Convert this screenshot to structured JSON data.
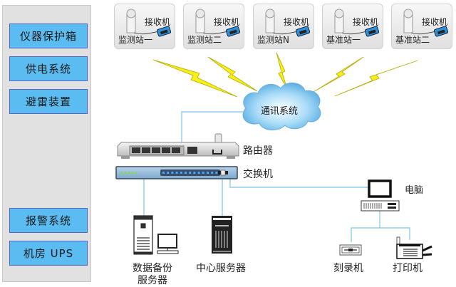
{
  "sidebar": {
    "items": [
      {
        "label": "仪器保护箱"
      },
      {
        "label": "供电系统"
      },
      {
        "label": "避雷装置"
      },
      {
        "label": "报警系统"
      },
      {
        "label": "机房 UPS"
      }
    ]
  },
  "stations": [
    {
      "name": "监测站一",
      "receiver_label": "接收机"
    },
    {
      "name": "监测站二",
      "receiver_label": "接收机"
    },
    {
      "name": "监测站N",
      "receiver_label": "接收机"
    },
    {
      "name": "基准站一",
      "receiver_label": "接收机"
    },
    {
      "name": "基准站二",
      "receiver_label": "接收机"
    }
  ],
  "network": {
    "cloud_label": "通讯系统",
    "router_label": "路由器",
    "switch_label": "交换机",
    "pc_label": "电脑",
    "backup_server_label_line1": "数据备份",
    "backup_server_label_line2": "服务器",
    "central_server_label": "中心服务器",
    "burner_label": "刻录机",
    "printer_label": "打印机"
  },
  "colors": {
    "sidebar_button": "#5bbcf2",
    "sidebar_button_border": "#5566c4",
    "link_line": "#7cc4e8",
    "lightning": "#f5f019",
    "cloud": "#7fc8ef"
  }
}
